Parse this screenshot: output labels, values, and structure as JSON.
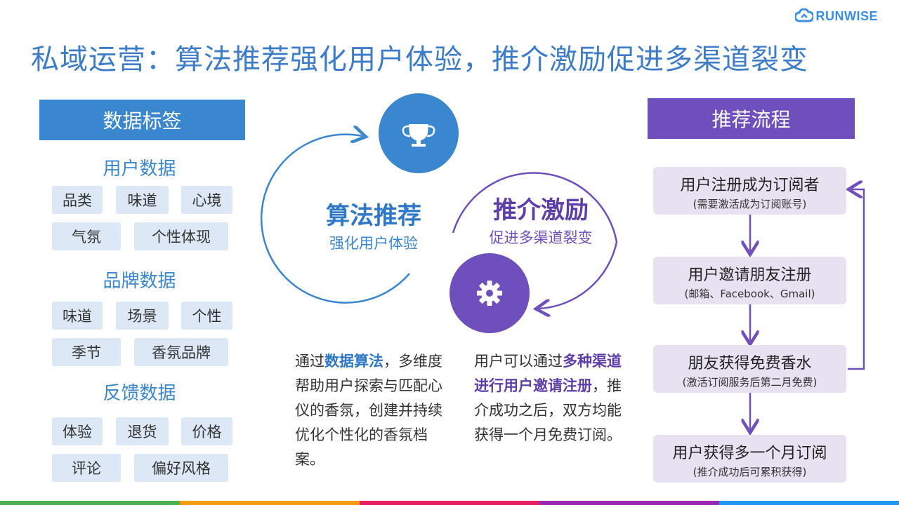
{
  "logo": {
    "text": "RUNWISE"
  },
  "title": "私域运营：算法推荐强化用户体验，推介激励促进多渠道裂变",
  "left_panel": {
    "header": "数据标签",
    "sections": [
      {
        "title": "用户数据",
        "tags": [
          "品类",
          "味道",
          "心境",
          "气氛",
          "个性体现"
        ]
      },
      {
        "title": "品牌数据",
        "tags": [
          "味道",
          "场景",
          "个性",
          "季节",
          "香氛品牌"
        ]
      },
      {
        "title": "反馈数据",
        "tags": [
          "体验",
          "退货",
          "价格",
          "评论",
          "偏好风格"
        ]
      }
    ]
  },
  "center": {
    "algo": {
      "title": "算法推荐",
      "subtitle": "强化用户体验"
    },
    "referral": {
      "title": "推介激励",
      "subtitle": "促进多渠道裂变"
    },
    "desc_left": {
      "p1": "通过",
      "hl": "数据算法",
      "p2": "，多维度帮助用户探索与匹配心仪的香氛，创建并持续优化个性化的香氛档案。"
    },
    "desc_right": {
      "p1": "用户可以通过",
      "hl": "多种渠道进行用户邀请注册",
      "p2": "，推介成功之后，双方均能获得一个月免费订阅。"
    }
  },
  "right_panel": {
    "header": "推荐流程",
    "steps": [
      {
        "main": "用户注册成为订阅者",
        "sub": "(需要激活成为订阅账号)"
      },
      {
        "main": "用户邀请朋友注册",
        "sub": "(邮箱、Facebook、Gmail)"
      },
      {
        "main": "朋友获得免费香水",
        "sub": "(激活订阅服务后第二月免费)"
      },
      {
        "main": "用户获得多一个月订阅",
        "sub": "(推介成功后可累积获得)"
      }
    ]
  },
  "colors": {
    "blue": "#3a87d0",
    "purple": "#6f4fbc",
    "tag_bg": "#dce8f6",
    "flow_bg": "#e7e1f1",
    "bar": [
      "#4caf50",
      "#f39c12",
      "#e91e63",
      "#9c27b0",
      "#2196f3"
    ]
  }
}
